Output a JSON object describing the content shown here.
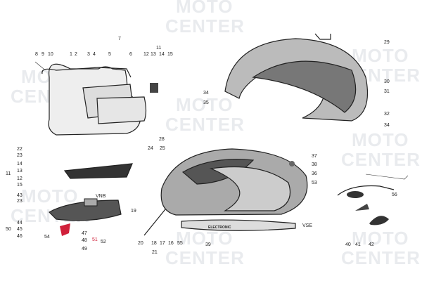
{
  "watermark": {
    "line1": "MOTO",
    "line2": "CENTER"
  },
  "labels": [
    "7",
    "11",
    "8",
    "9",
    "10",
    "1",
    "2",
    "3",
    "4",
    "5",
    "6",
    "12",
    "13",
    "14",
    "15",
    "28",
    "29",
    "30",
    "31",
    "32",
    "34",
    "34",
    "35",
    "37",
    "38",
    "36",
    "53",
    "VSE",
    "39",
    "40",
    "41",
    "42",
    "56",
    "22",
    "23",
    "14",
    "13",
    "11",
    "12",
    "15",
    "43",
    "23",
    "VNB",
    "44",
    "45",
    "50",
    "46",
    "54",
    "47",
    "48",
    "52",
    "49",
    "24",
    "25",
    "19",
    "20",
    "18",
    "17",
    "16",
    "55",
    "21"
  ],
  "red_label": "51",
  "part_marking": "ELECTRONIC",
  "colors": {
    "ink": "#222222",
    "highlight": "#d0203a",
    "watermark": "#cfd3da"
  }
}
